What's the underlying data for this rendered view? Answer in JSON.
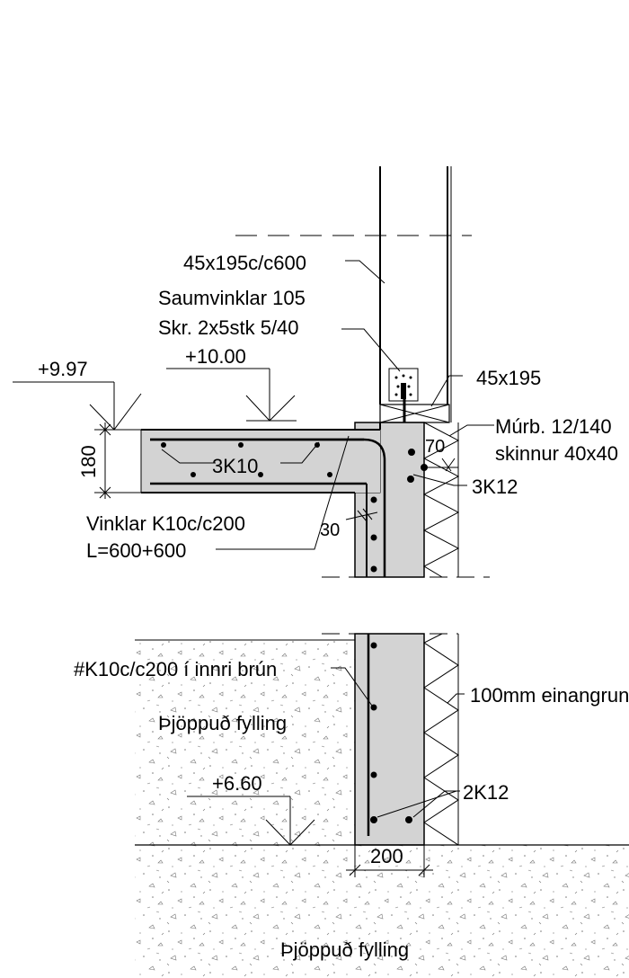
{
  "labels": {
    "stud": "45x195c/c600",
    "saum_line1": "Saumvinklar 105",
    "saum_line2": "Skr. 2x5stk 5/40",
    "level_left": "+9.97",
    "level_floor": "+10.00",
    "plate": "45x195",
    "murb_line1": "Múrb. 12/140",
    "murb_line2": "skinnur 40x40",
    "dim_70": "70",
    "dim_180": "180",
    "slab_rebar": "3K10",
    "wall_rebar_top": "3K12",
    "vinklar_line1": "Vinklar K10c/c200",
    "vinklar_line2": "L=600+600",
    "dim_30": "30",
    "wall_rebar_grid": "#K10c/c200 í innri brún",
    "fill_upper": "Þjöppuð fylling",
    "insulation": "100mm einangrun",
    "level_ground": "+6.60",
    "wall_rebar_bottom": "2K12",
    "dim_200": "200",
    "fill_lower": "Þjöppuð fylling"
  },
  "colors": {
    "concrete": "#d3d3d3",
    "line": "#000000",
    "background": "#ffffff"
  }
}
